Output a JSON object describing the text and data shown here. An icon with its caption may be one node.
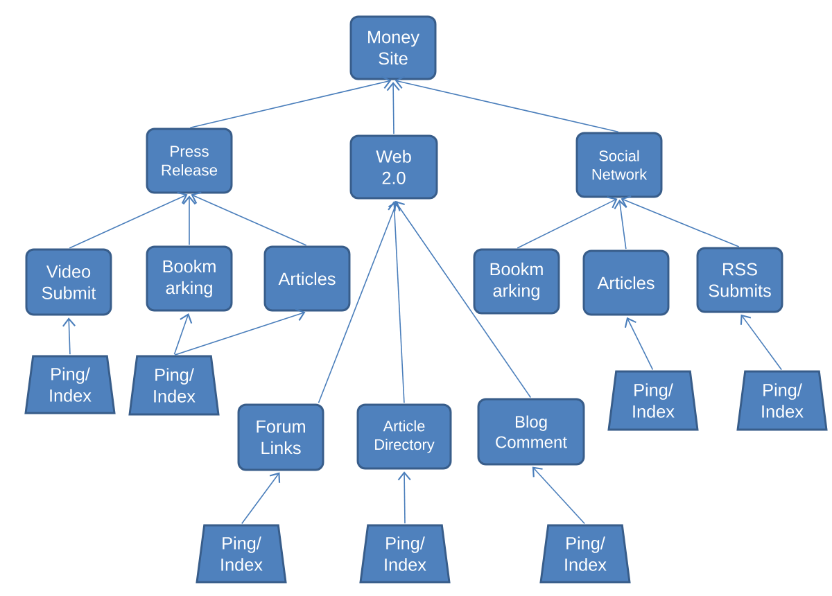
{
  "diagram": {
    "nodes": [
      {
        "text": [
          "Money Site"
        ]
      },
      {
        "text": [
          "Press Release"
        ]
      },
      {
        "text": [
          "Web 2.0"
        ]
      },
      {
        "text": [
          "Social Network"
        ]
      },
      {
        "text": [
          "Video Submit"
        ]
      },
      {
        "text": [
          "Bookm arking"
        ]
      },
      {
        "text": [
          "Articles"
        ]
      },
      {
        "text": [
          "Bookm arking"
        ]
      },
      {
        "text": [
          "Articles"
        ]
      },
      {
        "text": [
          "RSS Submits"
        ]
      },
      {
        "text": [
          "Ping/ Index"
        ]
      },
      {
        "text": [
          "Ping/ Index"
        ]
      },
      {
        "text": [
          "Ping/ Index"
        ]
      },
      {
        "text": [
          "Ping/ Index"
        ]
      },
      {
        "text": [
          "Forum Links"
        ]
      },
      {
        "text": [
          "Article Directory"
        ]
      },
      {
        "text": [
          "Blog Comment"
        ]
      },
      {
        "text": [
          "Ping/ Index"
        ]
      },
      {
        "text": [
          "Ping/ Index"
        ]
      },
      {
        "text": [
          "Ping/ Index"
        ]
      }
    ],
    "edges": [
      {
        "from": 1,
        "to": 0,
        "arrow": "to"
      },
      {
        "from": 2,
        "to": 0,
        "arrow": "to"
      },
      {
        "from": 3,
        "to": 0,
        "arrow": "to"
      },
      {
        "from": 4,
        "to": 1,
        "arrow": "to"
      },
      {
        "from": 5,
        "to": 1,
        "arrow": "to"
      },
      {
        "from": 6,
        "to": 1,
        "arrow": "to"
      },
      {
        "from": 14,
        "to": 2,
        "arrow": "to"
      },
      {
        "from": 15,
        "to": 2,
        "arrow": "to"
      },
      {
        "from": 16,
        "to": 2,
        "arrow": "to"
      },
      {
        "from": 7,
        "to": 3,
        "arrow": "to"
      },
      {
        "from": 8,
        "to": 3,
        "arrow": "to"
      },
      {
        "from": 9,
        "to": 3,
        "arrow": "to"
      },
      {
        "from": 10,
        "to": 4,
        "arrow": "to"
      },
      {
        "from": 11,
        "to": 5,
        "arrow": "to"
      },
      {
        "from": 11,
        "to": 6,
        "arrow": "to"
      },
      {
        "from": 12,
        "to": 8,
        "arrow": "to"
      },
      {
        "from": 13,
        "to": 9,
        "arrow": "to"
      },
      {
        "from": 17,
        "to": 14,
        "arrow": "to"
      },
      {
        "from": 18,
        "to": 15,
        "arrow": "to"
      },
      {
        "from": 19,
        "to": 16,
        "arrow": "to"
      }
    ]
  }
}
